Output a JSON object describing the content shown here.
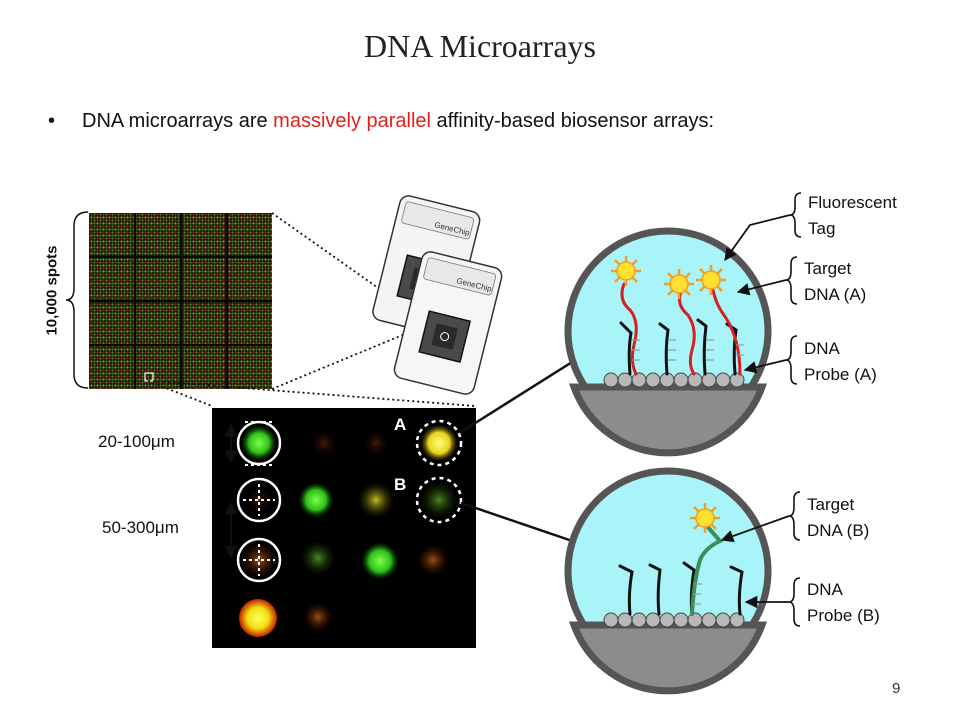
{
  "slide": {
    "title": "DNA Microarrays",
    "bullet": {
      "before": "DNA microarrays are ",
      "highlight": "massively parallel",
      "after": " affinity-based biosensor arrays:"
    },
    "page_number": "9"
  },
  "diagram": {
    "array_spots_label": "10,000 spots",
    "chip_label": "GeneChip",
    "spot_size_label": "20-100μm",
    "spot_pitch_label": "50-300μm",
    "spot_a_label": "A",
    "spot_b_label": "B",
    "labels": {
      "fluorescent_tag": [
        "Fluorescent",
        "Tag"
      ],
      "target_a": [
        "Target",
        "DNA (A)"
      ],
      "probe_a": [
        "DNA",
        "Probe (A)"
      ],
      "target_b": [
        "Target",
        "DNA (B)"
      ],
      "probe_b": [
        "DNA",
        "Probe (B)"
      ]
    }
  },
  "colors": {
    "highlight": "#e02020",
    "well": "#a8f4f8",
    "substrate": "#8c8c8c",
    "target_a": "#d42020",
    "target_b": "#3a8f5a"
  }
}
